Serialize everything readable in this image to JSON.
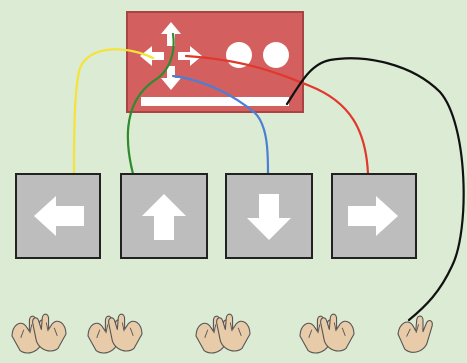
{
  "diagram": {
    "background_color": "#dcebd4",
    "controller": {
      "color": "#d35f5f",
      "border_color": "#a84444",
      "pad_icon": "four-way-arrow-icon",
      "buttons": [
        "round-button-icon",
        "round-button-icon"
      ],
      "bar": "white-bar"
    },
    "keys": [
      {
        "name": "left",
        "icon": "left-arrow-icon"
      },
      {
        "name": "up",
        "icon": "up-arrow-icon"
      },
      {
        "name": "down",
        "icon": "down-arrow-icon"
      },
      {
        "name": "right",
        "icon": "right-arrow-icon"
      }
    ],
    "key_color": "#bdbdbd",
    "wires": [
      {
        "name": "yellow-wire",
        "color": "#f5e23a",
        "connects": "left"
      },
      {
        "name": "green-wire",
        "color": "#2e8b2e",
        "connects": "up"
      },
      {
        "name": "blue-wire",
        "color": "#4a7fd6",
        "connects": "down"
      },
      {
        "name": "red-wire",
        "color": "#e0382b",
        "connects": "right"
      },
      {
        "name": "black-wire",
        "color": "#111111",
        "connects": "hands"
      }
    ],
    "hands": {
      "icon": "clapping-hands-icon",
      "count": 5,
      "skin_color": "#e8cba8"
    }
  }
}
